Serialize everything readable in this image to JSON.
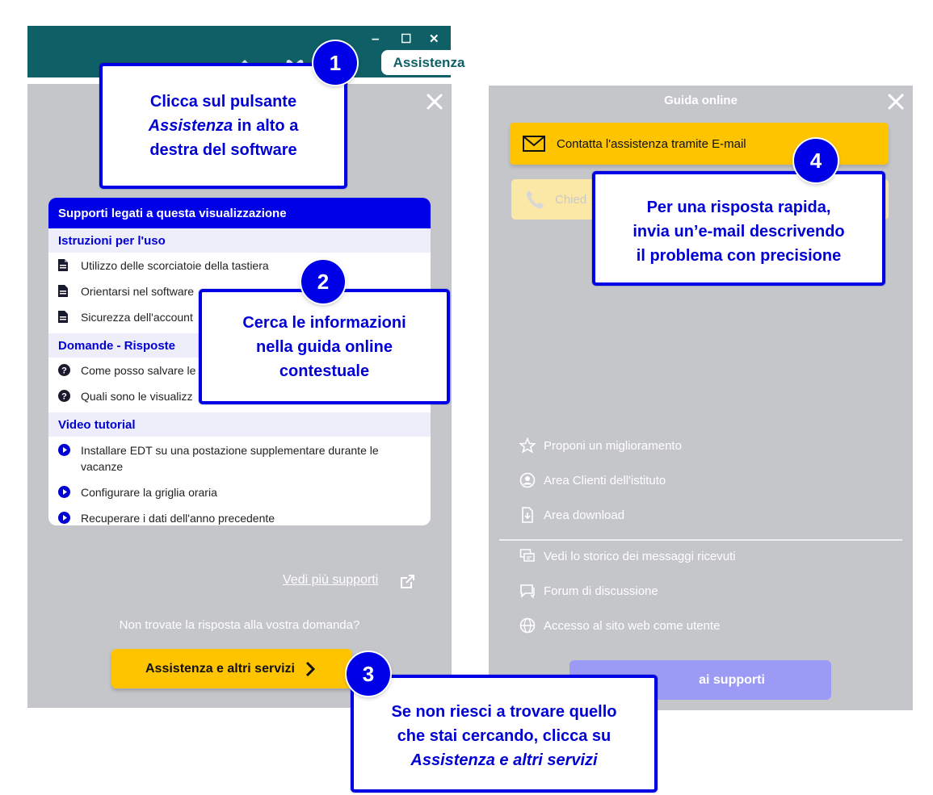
{
  "left_window": {
    "titlebar": {
      "minimize": "–",
      "maximize": "☐",
      "close": "✕",
      "assistance_button": "Assistenza"
    },
    "panel": {
      "close": "✕",
      "card_title": "Supporti legati a questa visualizzazione",
      "sections": [
        {
          "title": "Istruzioni per l'uso",
          "icon": "document-icon",
          "items": [
            "Utilizzo delle scorciatoie della tastiera",
            "Orientarsi nel software",
            "Sicurezza dell'account"
          ]
        },
        {
          "title": "Domande - Risposte",
          "icon": "question-circle-icon",
          "items": [
            "Come posso salvare le",
            "Quali sono le visualizz"
          ]
        },
        {
          "title": "Video tutorial",
          "icon": "play-circle-icon",
          "items": [
            "Installare EDT su una postazione supplementare durante le vacanze",
            "Configurare la griglia oraria",
            "Recuperare i dati dell'anno precedente"
          ]
        }
      ],
      "more_link": "Vedi più supporti",
      "no_answer": "Non trovate la risposta alla vostra domanda?",
      "assistance_services_button": "Assistenza e altri servizi"
    }
  },
  "right_panel": {
    "title": "Guida online",
    "close": "✕",
    "email_button": "Contatta l'assistenza tramite E-mail",
    "call_button": "Chied",
    "links": [
      {
        "label": "Proponi un miglioramento",
        "icon": "star-icon"
      },
      {
        "label": "Area Clienti dell'istituto",
        "icon": "user-circle-icon"
      },
      {
        "label": "Area download",
        "icon": "download-file-icon"
      }
    ],
    "links2": [
      {
        "label": "Vedi lo storico dei messaggi ricevuti",
        "icon": "messages-icon"
      },
      {
        "label": "Forum di discussione",
        "icon": "chat-bubble-icon"
      },
      {
        "label": "Accesso al sito web come utente",
        "icon": "globe-icon"
      }
    ],
    "support_button": "ai supporti"
  },
  "callouts": {
    "c1": {
      "badge": "1",
      "line1": "Clicca sul pulsante",
      "line2a": "Assistenza",
      "line2b": " in alto a",
      "line3": "destra del software"
    },
    "c2": {
      "badge": "2",
      "line1": "Cerca le informazioni",
      "line2": "nella guida online",
      "line3": "contestuale"
    },
    "c3": {
      "badge": "3",
      "line1": "Se non riesci a trovare quello",
      "line2": "che stai cercando, clicca su",
      "line3": "Assistenza e altri servizi"
    },
    "c4": {
      "badge": "4",
      "line1": "Per una risposta rapida,",
      "line2": "invia un’e-mail descrivendo",
      "line3": "il problema con precisione"
    }
  },
  "colors": {
    "titlebar": "#0f5f67",
    "panel": "#c5c6ca",
    "accent_blue": "#0000e6",
    "yellow": "#ffc400"
  }
}
